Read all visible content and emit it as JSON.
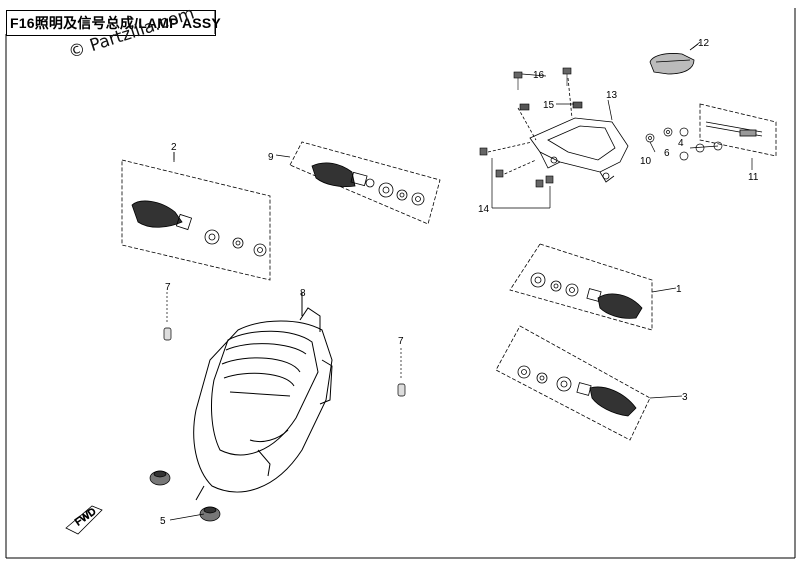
{
  "title": "F16照明及信号总成/LAMP ASSY",
  "watermark": "© Partzilla.com",
  "callouts": {
    "c1": "1",
    "c2": "2",
    "c3": "3",
    "c4": "4",
    "c5": "5",
    "c6": "6",
    "c7a": "7",
    "c7b": "7",
    "c8": "8",
    "c9": "9",
    "c10": "10",
    "c11": "11",
    "c12": "12",
    "c13": "13",
    "c14": "14",
    "c15": "15",
    "c16": "16"
  },
  "badge_text": "FWD",
  "colors": {
    "line": "#000000",
    "background": "#ffffff",
    "shade": "#555555"
  }
}
